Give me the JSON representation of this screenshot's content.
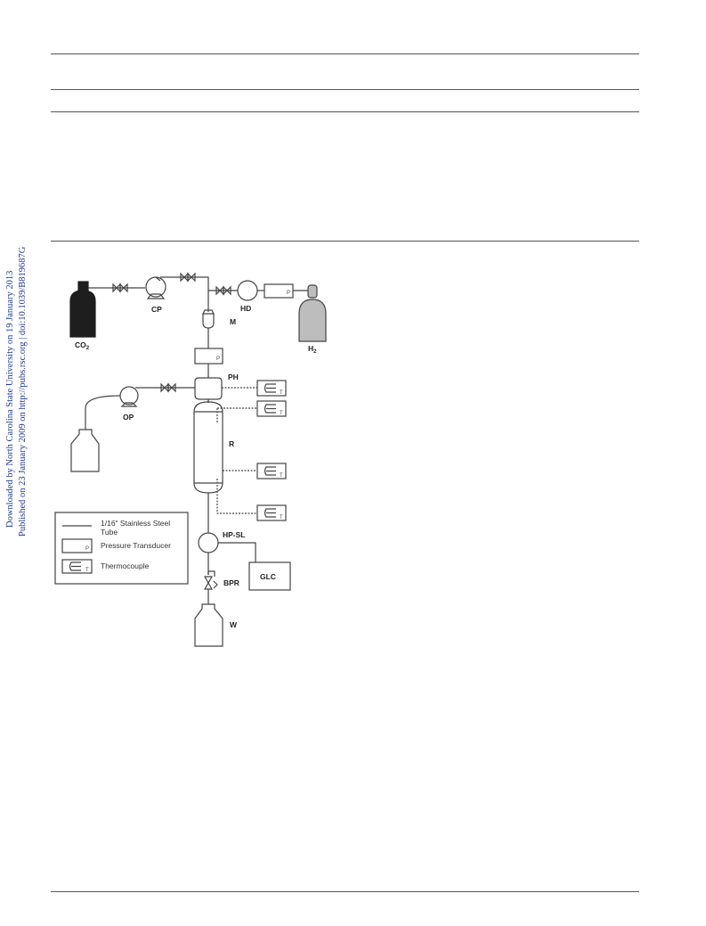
{
  "side_note": {
    "line1": "Downloaded by North Carolina State University on 19 January 2013",
    "line2": "Published on 23 January 2009 on http://pubs.rsc.org | doi:10.1039/B819687G"
  },
  "diagram": {
    "labels": {
      "co2_main": "CO",
      "co2_sub": "2",
      "h2_main": "H",
      "h2_sub": "2",
      "cp": "CP",
      "hd": "HD",
      "m": "M",
      "ph": "PH",
      "op": "OP",
      "r": "R",
      "hp_sl": "HP-SL",
      "glc": "GLC",
      "bpr": "BPR",
      "w": "W",
      "transducer_letter": "P",
      "thermocouple_letter": "T"
    },
    "legend": {
      "tube_line1": "1/16\" Stainless Steel",
      "tube_line2": "Tube",
      "transducer": "Pressure Transducer",
      "thermocouple": "Thermocouple"
    },
    "colors": {
      "co2_cylinder": "#1e1e1e",
      "h2_cylinder": "#bdbdbd",
      "line": "#444444"
    }
  }
}
